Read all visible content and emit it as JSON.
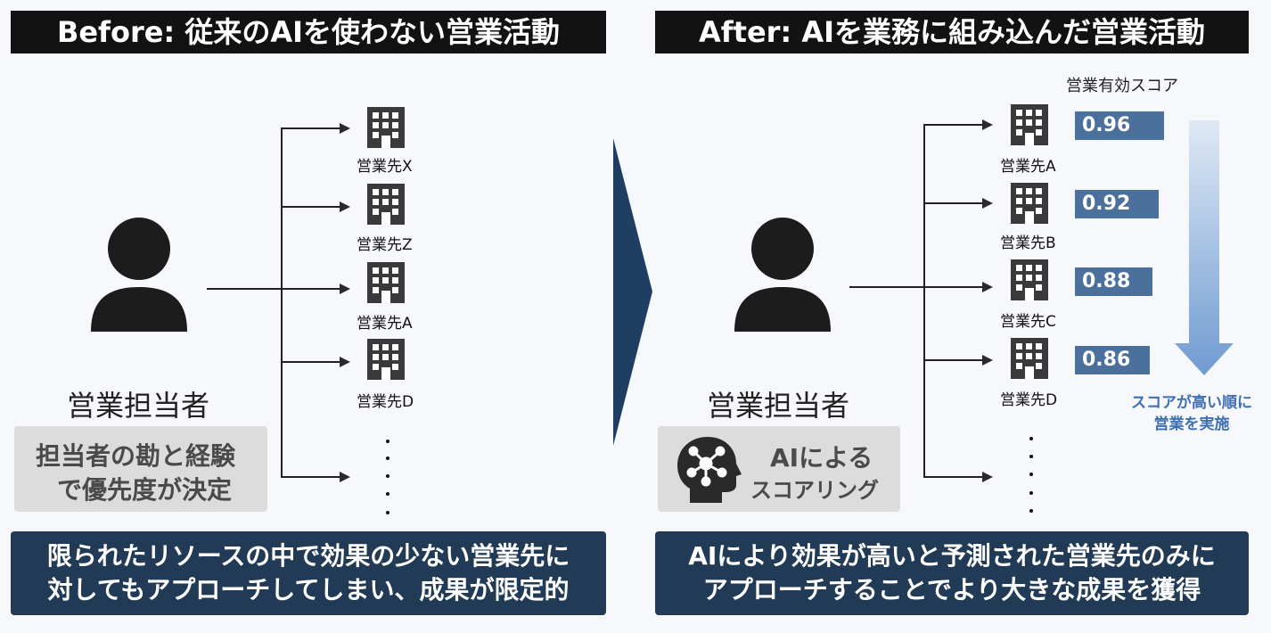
{
  "before": {
    "header": "Before: 従来のAIを使わない営業活動",
    "person_label": "営業担当者",
    "decision_box": [
      "担当者の勘と経験",
      "で優先度が決定"
    ],
    "clients": [
      "営業先X",
      "営業先Z",
      "営業先A",
      "営業先D"
    ],
    "result": [
      "限られたリソースの中で効果の少ない営業先に",
      "対してもアプローチしてしまい、成果が限定的"
    ]
  },
  "after": {
    "header": "After: AIを業務に組み込んだ営業活動",
    "person_label": "営業担当者",
    "ai_box": [
      "AIによる",
      "スコアリング"
    ],
    "score_title": "営業有効スコア",
    "clients": [
      "営業先A",
      "営業先B",
      "営業先C",
      "営業先D"
    ],
    "scores": [
      "0.96",
      "0.92",
      "0.88",
      "0.86"
    ],
    "score_fill": [
      0.96,
      0.92,
      0.88,
      0.86
    ],
    "order_note": [
      "スコアが高い順に",
      "営業を実施"
    ],
    "result": [
      "AIにより効果が高いと予測された営業先のみに",
      "アプローチすることでより大きな成果を獲得"
    ]
  },
  "colors": {
    "header_bg": "#121212",
    "result_bg": "#213a56",
    "score_bar": "#4a709b",
    "note_text": "#3f6fb0",
    "center_arrow": "#1e3f62"
  },
  "icons": [
    "person-icon",
    "building-icon",
    "ai-head-icon",
    "arrow-right-icon",
    "arrow-down-icon"
  ]
}
